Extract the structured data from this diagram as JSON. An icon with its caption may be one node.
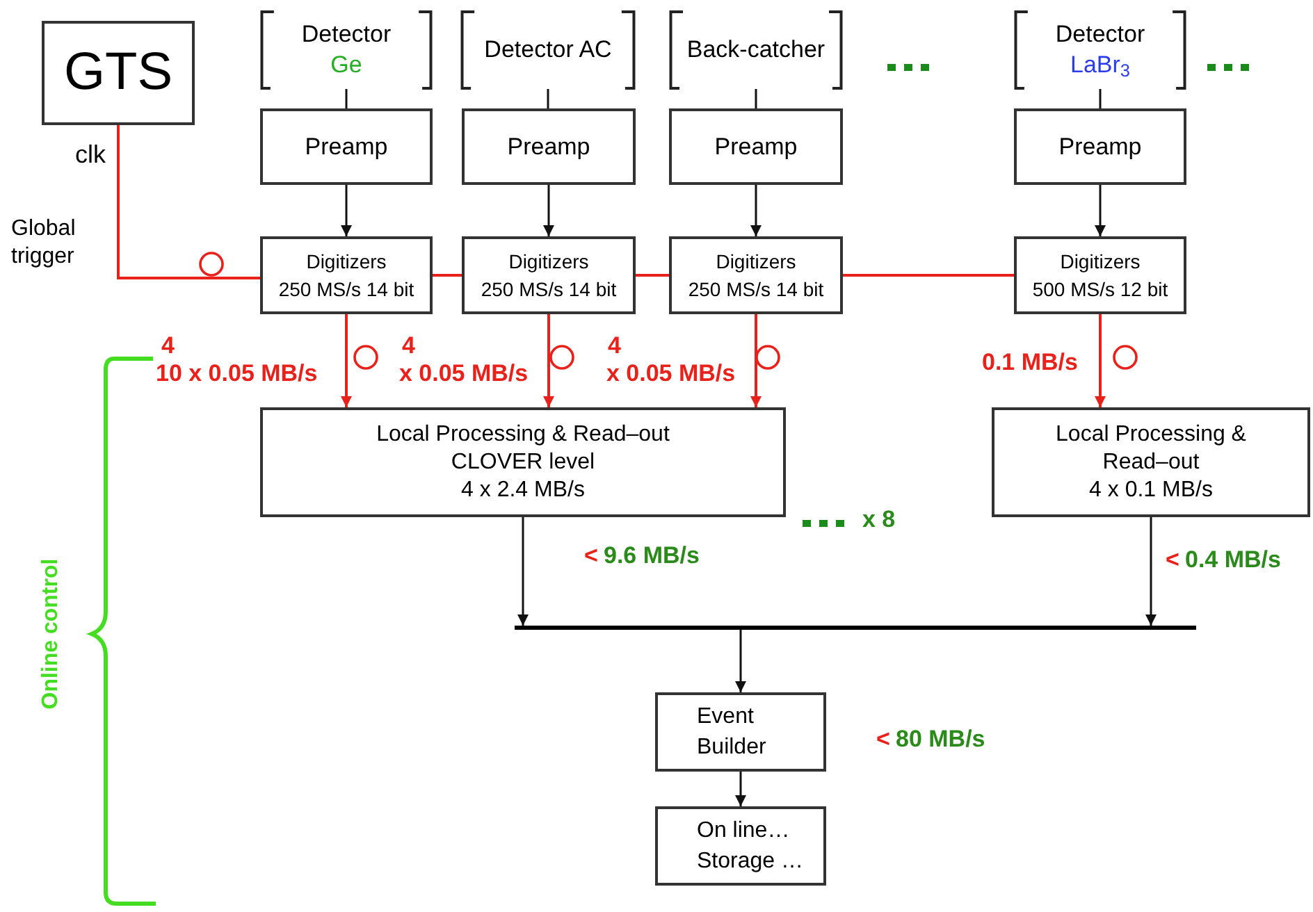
{
  "diagram": {
    "nodes": [
      {
        "text": [
          "GTS"
        ]
      },
      {
        "text": [
          "Detector",
          "Ge"
        ]
      },
      {
        "text": [
          "Detector AC"
        ]
      },
      {
        "text": [
          "Back-catcher"
        ]
      },
      {
        "text": [
          "Detector",
          "LaBr$_{3}$"
        ]
      },
      {
        "text": [
          "Preamp"
        ]
      },
      {
        "text": [
          "Preamp"
        ]
      },
      {
        "text": [
          "Preamp"
        ]
      },
      {
        "text": [
          "Preamp"
        ]
      },
      {
        "text": [
          "Digitizers",
          "250 MS/s 14 bit"
        ]
      },
      {
        "text": [
          "Digitizers",
          "250 MS/s 14 bit"
        ]
      },
      {
        "text": [
          "Digitizers",
          "250 MS/s 14 bit"
        ]
      },
      {
        "text": [
          "Digitizers",
          "500 MS/s 12 bit"
        ]
      },
      {
        "text": [
          "Local Processing & Read–out CLOVER level",
          "4 x 2.4 MB/s"
        ]
      },
      {
        "text": [
          "Local Processing & Read–out",
          "4 x 0.1 MB/s"
        ]
      },
      {
        "text": [],
        "shape": "bar"
      },
      {
        "text": [
          "Event Builder"
        ]
      },
      {
        "text": [
          "On line…",
          "Storage …"
        ]
      }
    ],
    "edges": [
      {
        "from": 0,
        "to": 9,
        "arrow": "none",
        "color": "#e8221b"
      },
      {
        "from": 9,
        "to": 10,
        "arrow": "none",
        "color": "#e8221b"
      },
      {
        "from": 10,
        "to": 11,
        "arrow": "none",
        "color": "#e8221b"
      },
      {
        "from": 11,
        "to": 12,
        "arrow": "none",
        "color": "#e8221b"
      },
      {
        "from": 1,
        "to": 5,
        "arrow": "none"
      },
      {
        "from": 2,
        "to": 6,
        "arrow": "none"
      },
      {
        "from": 3,
        "to": 7,
        "arrow": "none"
      },
      {
        "from": 4,
        "to": 8,
        "arrow": "none"
      },
      {
        "from": 5,
        "to": 9,
        "arrow": "to"
      },
      {
        "from": 6,
        "to": 10,
        "arrow": "to"
      },
      {
        "from": 7,
        "to": 11,
        "arrow": "to"
      },
      {
        "from": 8,
        "to": 12,
        "arrow": "to"
      },
      {
        "from": 9,
        "to": 13,
        "arrow": "to",
        "color": "#e8221b"
      },
      {
        "from": 10,
        "to": 13,
        "arrow": "to",
        "color": "#e8221b"
      },
      {
        "from": 11,
        "to": 13,
        "arrow": "to",
        "color": "#e8221b"
      },
      {
        "from": 12,
        "to": 14,
        "arrow": "to",
        "color": "#e8221b"
      },
      {
        "from": 13,
        "to": 15,
        "arrow": "to"
      },
      {
        "from": 14,
        "to": 15,
        "arrow": "to"
      },
      {
        "from": 15,
        "to": 16,
        "arrow": "to"
      },
      {
        "from": 16,
        "to": 17,
        "arrow": "to"
      }
    ],
    "labels": [
      "clk",
      "Global trigger",
      "4",
      "10 x 0.05 MB/s",
      "4",
      "x 0.05 MB/s",
      "4",
      "x 0.05 MB/s",
      "0.1 MB/s",
      "x 8",
      "<",
      "9.6 MB/s",
      "<",
      "0.4 MB/s",
      "<",
      "80 MB/s",
      "Online control"
    ]
  }
}
